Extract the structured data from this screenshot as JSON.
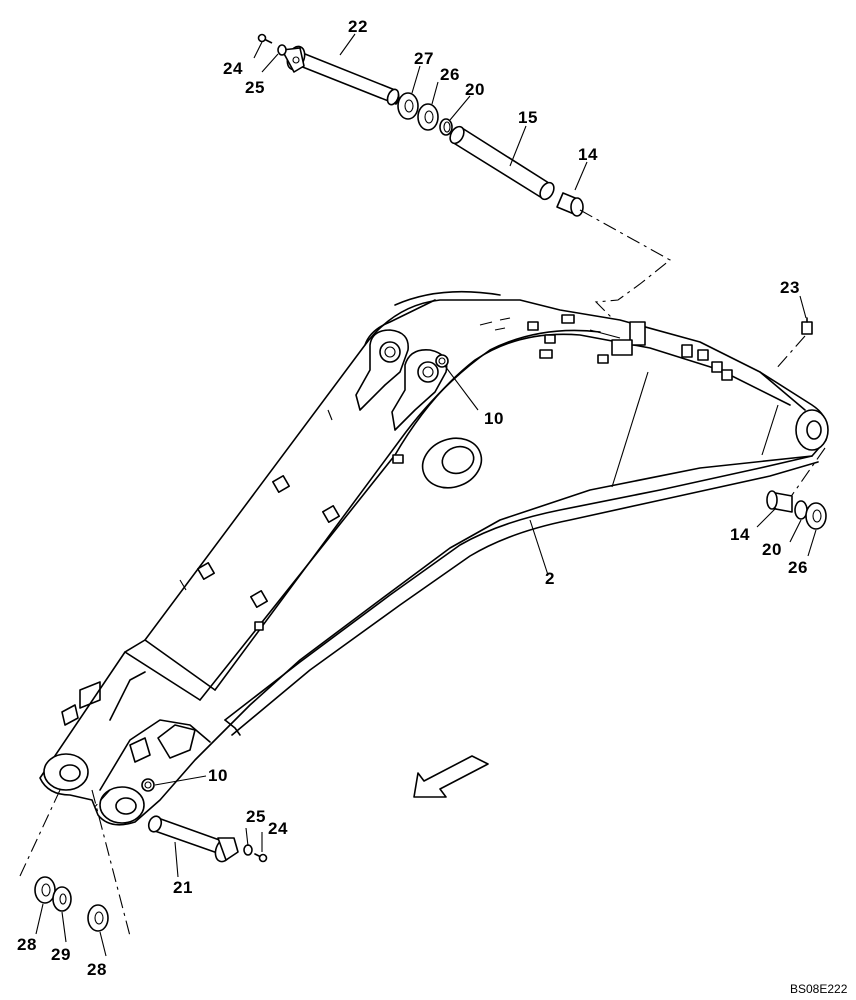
{
  "labels": {
    "l22": "22",
    "l24a": "24",
    "l25a": "25",
    "l27": "27",
    "l26a": "26",
    "l20a": "20",
    "l15": "15",
    "l14a": "14",
    "l23": "23",
    "l10a": "10",
    "l14b": "14",
    "l20b": "20",
    "l26b": "26",
    "l2": "2",
    "l10b": "10",
    "l25b": "25",
    "l24b": "24",
    "l21": "21",
    "l28a": "28",
    "l29": "29",
    "l28b": "28"
  },
  "drawing_code": "BS08E222"
}
